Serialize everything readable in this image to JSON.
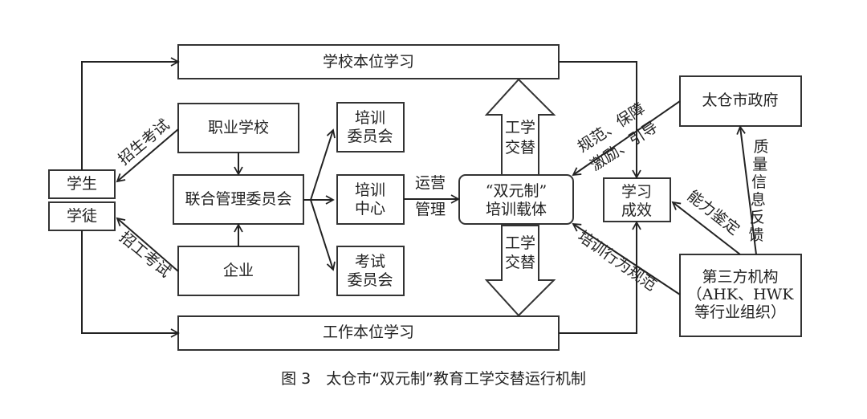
{
  "nodes": {
    "school_learning": "学校本位学习",
    "work_learning": "工作本位学习",
    "vocational_school": "职业学校",
    "joint_committee": "联合管理委员会",
    "enterprise": "企业",
    "student": "学生",
    "apprentice": "学徒",
    "training_committee": [
      "培训",
      "委员会"
    ],
    "training_center": [
      "培训",
      "中心"
    ],
    "exam_committee": [
      "考试",
      "委员会"
    ],
    "dual_carrier": [
      "“双元制”",
      "培训载体"
    ],
    "learning_outcome": [
      "学习",
      "成效"
    ],
    "government": "太仓市政府",
    "third_party": [
      "第三方机构",
      "（AHK、HWK",
      "等行业组织）"
    ]
  },
  "edges": {
    "enrollment_exam": "招生考试",
    "recruitment_exam": "招工考试",
    "operation_management": [
      "运营",
      "管理"
    ],
    "work_study_alternation": [
      "工学",
      "交替"
    ],
    "gov_roles": [
      "规范、保障",
      "激励、引导"
    ],
    "ability_assessment": "能力鉴定",
    "quality_feedback": "质量信息反馈",
    "training_norms": "培训行为规范"
  },
  "caption": "图 3　太仓市“双元制”教育工学交替运行机制"
}
